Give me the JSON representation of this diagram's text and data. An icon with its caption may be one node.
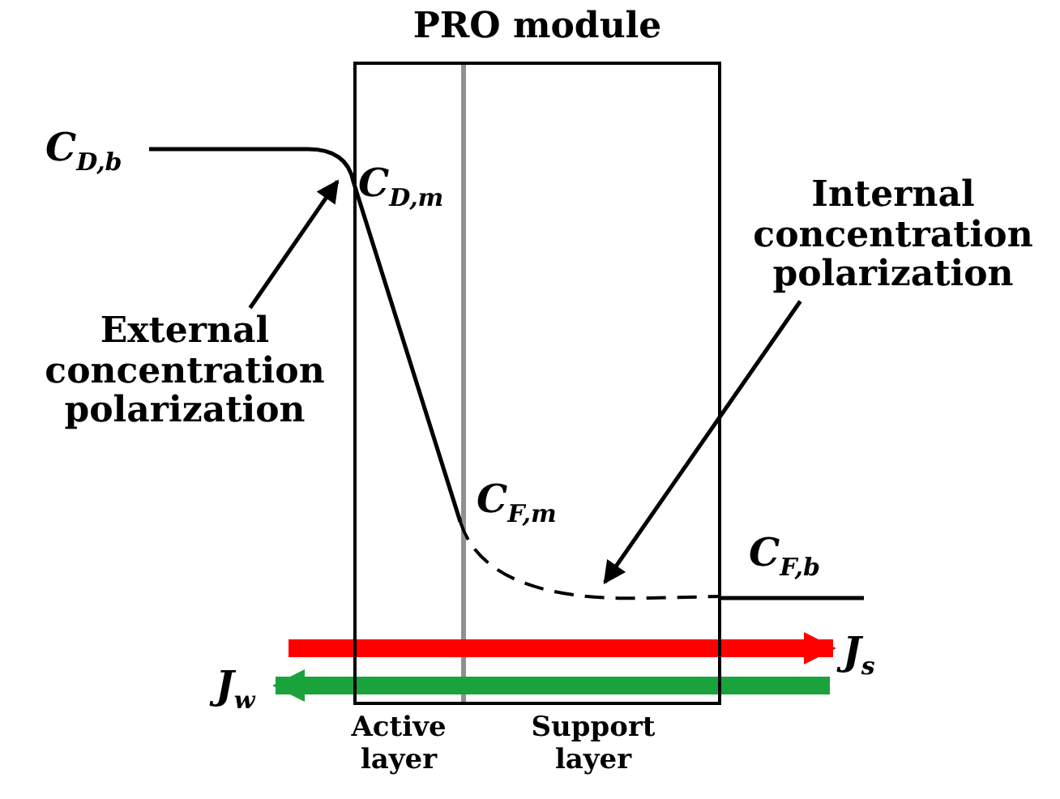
{
  "diagram": {
    "nodes": [
      {
        "text": [
          "PRO module"
        ]
      },
      {
        "text": [
          "External concentration polarization"
        ]
      },
      {
        "text": [
          "Internal concentration polarization"
        ]
      },
      {
        "text": [],
        "shape": "curve"
      }
    ],
    "edges": [
      {
        "from": 1,
        "to": 3,
        "arrow": "to"
      },
      {
        "from": 2,
        "to": 3,
        "arrow": "to"
      }
    ],
    "labels": [
      "C$_{D,b}$",
      "C$_{D,m}$",
      "C$_{F,m}$",
      "C$_{F,b}$",
      "J$_{s}$",
      "J$_{w}$",
      "Active layer",
      "Support layer"
    ]
  }
}
